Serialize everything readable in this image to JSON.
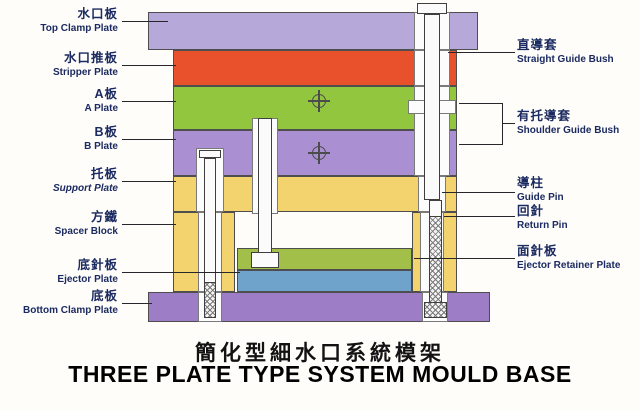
{
  "title": {
    "zh": "簡化型細水口系統模架",
    "en": "THREE PLATE TYPE SYSTEM MOULD BASE"
  },
  "left_labels": [
    {
      "zh": "水口板",
      "en": "Top Clamp Plate"
    },
    {
      "zh": "水口推板",
      "en": "Stripper Plate"
    },
    {
      "zh": "A板",
      "en": "A Plate"
    },
    {
      "zh": "B板",
      "en": "B Plate"
    },
    {
      "zh": "托板",
      "en": "Support Plate"
    },
    {
      "zh": "方鐵",
      "en": "Spacer Block"
    },
    {
      "zh": "底針板",
      "en": "Ejector Plate"
    },
    {
      "zh": "底板",
      "en": "Bottom Clamp Plate"
    }
  ],
  "right_labels": [
    {
      "zh": "直導套",
      "en": "Straight Guide Bush"
    },
    {
      "zh": "有托導套",
      "en": "Shoulder Guide Bush"
    },
    {
      "zh": "導柱",
      "en": "Guide Pin"
    },
    {
      "zh": "回針",
      "en": "Return Pin"
    },
    {
      "zh": "面針板",
      "en": "Ejector Retainer Plate"
    }
  ],
  "colors": {
    "top_clamp_plate": "#b7a8da",
    "stripper_plate": "#e8512b",
    "a_plate": "#92c63e",
    "b_plate": "#aa8fd2",
    "support_plate": "#f3d36e",
    "spacer_block": "#f3d36e",
    "ejector_retainer_plate": "#a2bf4a",
    "ejector_plate": "#6fa3cc",
    "bottom_clamp_plate": "#9d7ec6",
    "label_text": "#1b2a60",
    "leader_line": "#26262b",
    "background": "#fefdfa"
  }
}
